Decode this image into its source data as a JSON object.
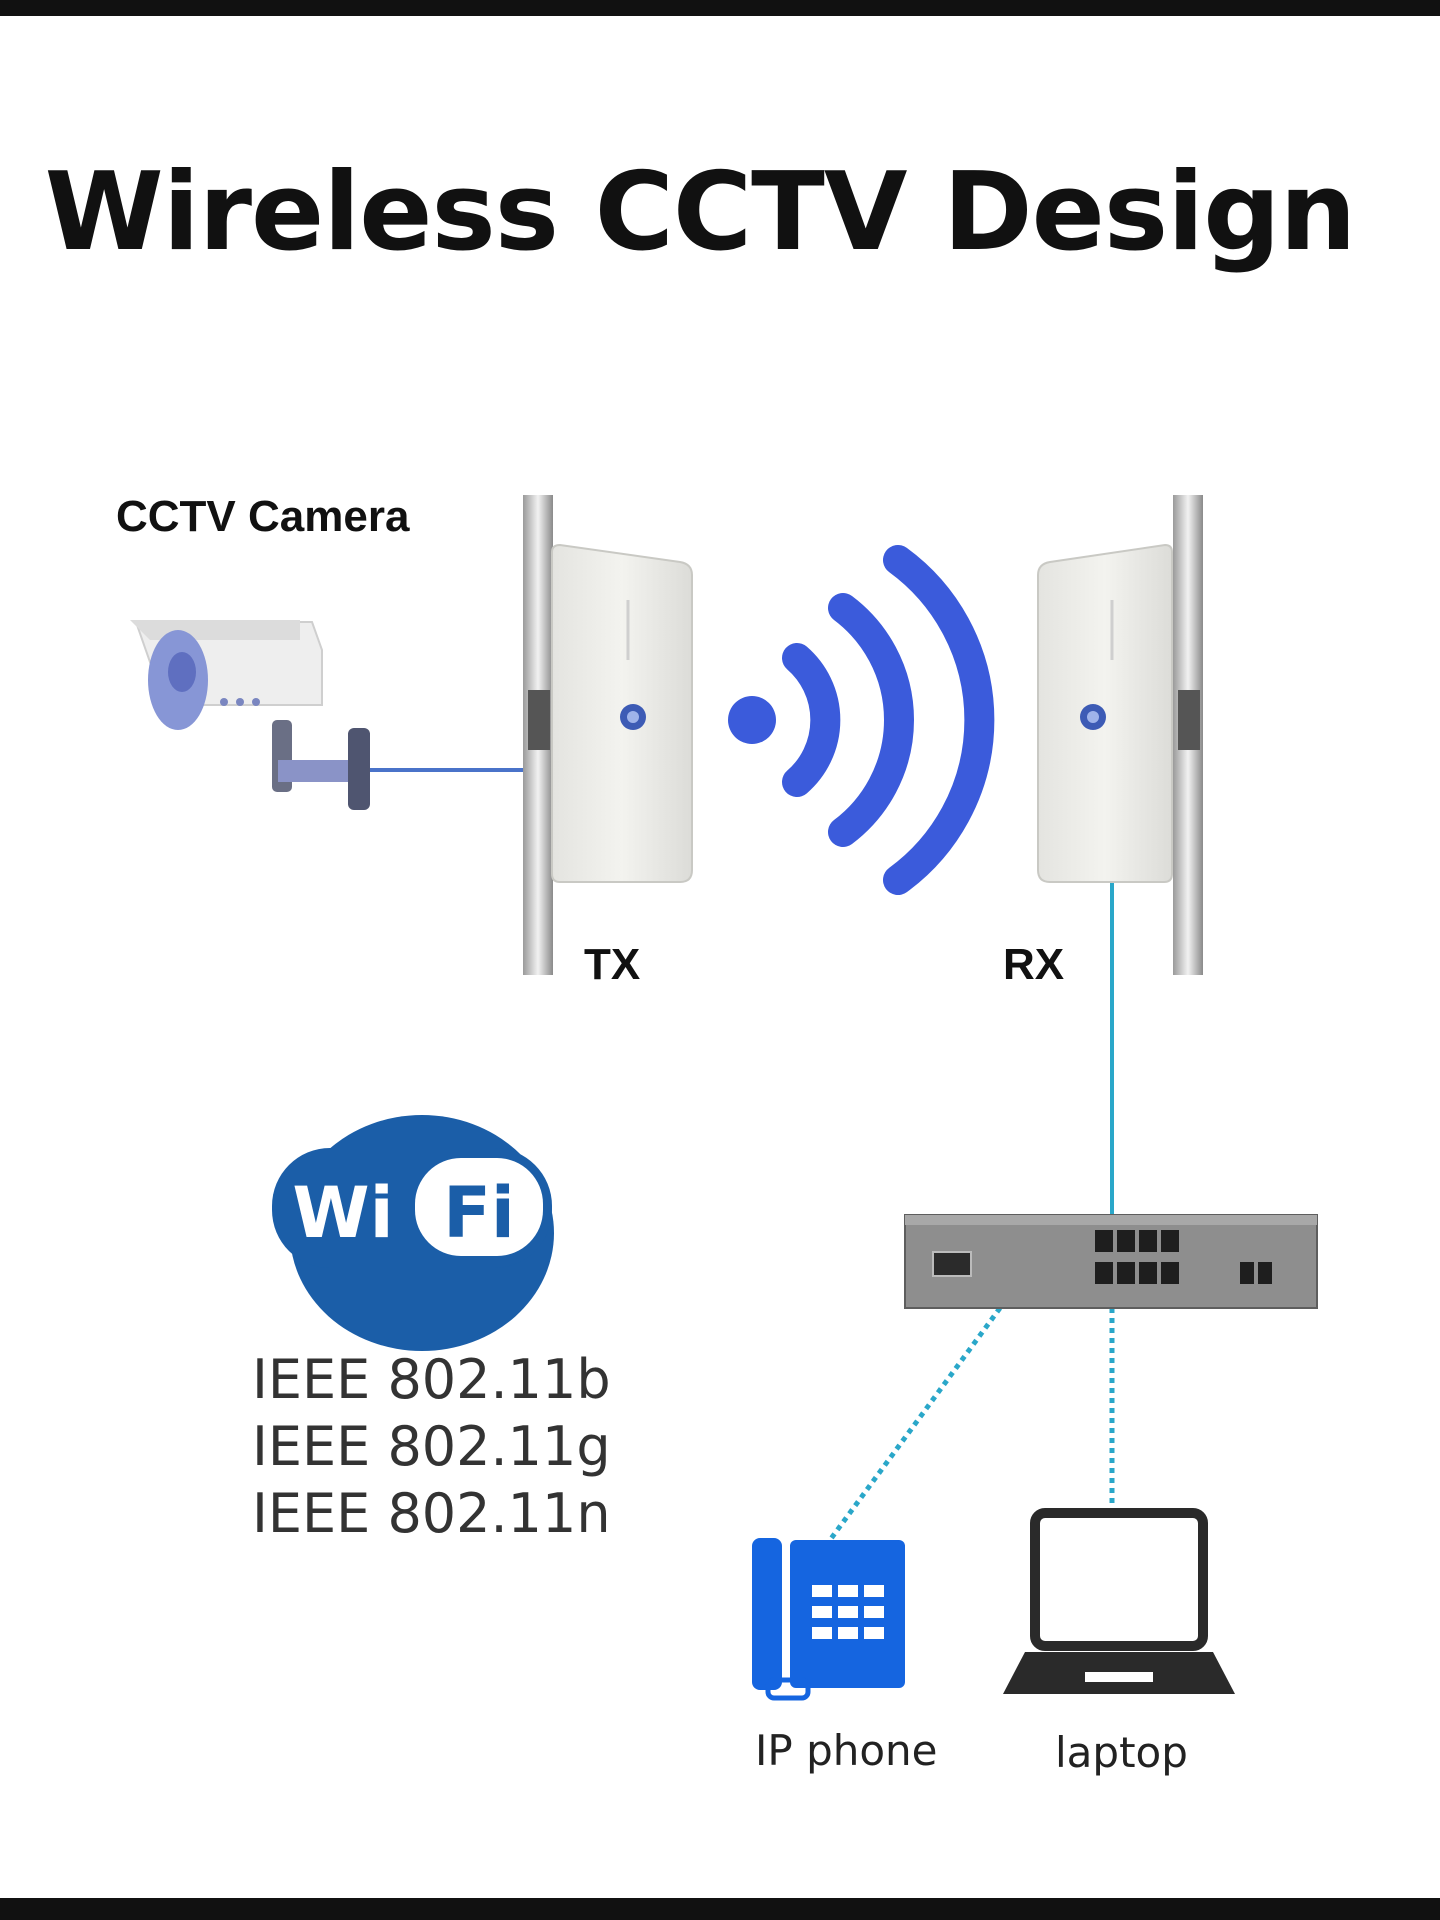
{
  "title": "Wireless CCTV Design",
  "labels": {
    "camera": "CCTV Camera",
    "tx": "TX",
    "rx": "RX",
    "ip_phone": "IP phone",
    "laptop": "laptop"
  },
  "wifi_logo": {
    "left": "Wi",
    "right": "Fi"
  },
  "standards": [
    "IEEE 802.11b",
    "IEEE 802.11g",
    "IEEE 802.11n"
  ],
  "colors": {
    "signal_blue": "#3b5bdb",
    "cable_cyan": "#2aa7c9",
    "wifi_blue": "#1b5ea8",
    "phone_blue": "#1565e0",
    "switch_gray": "#8e8e8e"
  },
  "icons": [
    "cctv-camera-icon",
    "wireless-bridge-icon",
    "wifi-signal-icon",
    "network-switch-icon",
    "ip-phone-icon",
    "laptop-icon",
    "wifi-logo-icon"
  ]
}
